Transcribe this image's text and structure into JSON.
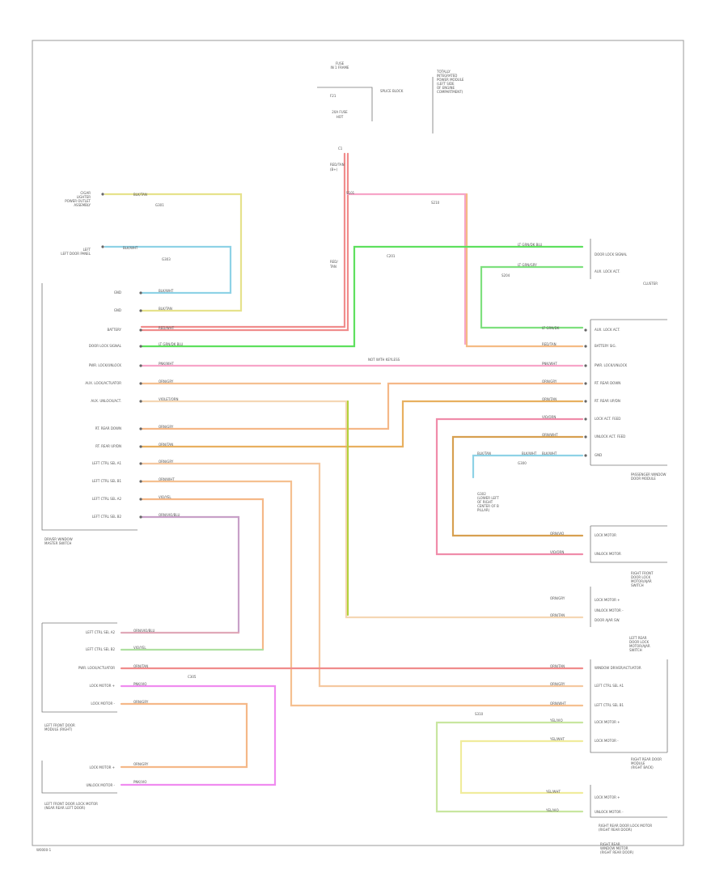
{
  "diagram": {
    "footer_code": "W0000-1",
    "top": {
      "fuse_box": [
        "FUSE",
        "IN 1 FRAME"
      ],
      "fuse_id": "F21",
      "fuse_ref": "SPLICE BLOCK",
      "fuse_amp": "20A FUSE",
      "fuse_amp2": "HOT",
      "side_note": [
        "TOTALLY",
        "INTEGRATED",
        "POWER MODULE",
        "(LEFT SIDE",
        "OF ENGINE",
        "COMPARTMENT)"
      ],
      "pin_top": "C1",
      "wire_top": [
        "RED/TAN",
        "(B+)"
      ],
      "wire_mid": [
        "RED/",
        "TAN"
      ],
      "splice": "S101",
      "splice2": "S210"
    },
    "left_devices": {
      "dg1": [
        "CIGAR",
        "LIGHTER",
        "POWER OUTLET",
        "ASSEMBLY"
      ],
      "dg2": [
        "LEFT",
        "LEFT DOOR PANEL"
      ],
      "pin1_wire": "BLK/TAN",
      "pin1_ref": "G301",
      "pin2_wire": "BLK/WHT",
      "pin2_ref": "G303"
    },
    "master_switch": {
      "name": [
        "DRIVER WINDOW",
        "MASTER SWITCH"
      ],
      "pins": [
        "GND",
        "GND",
        "BATTERY",
        "DOOR LOCK SIGNAL",
        "PWR. LOCK/UNLOCK",
        "AUX. LOCK/ACTUATOR",
        "AUX. UNLOCK/ACT.",
        "RT. REAR DOWN",
        "RT. REAR UP/DN",
        "LEFT CTRL SEL A1",
        "LEFT CTRL SEL B1",
        "LEFT CTRL SEL A2",
        "LEFT CTRL SEL B2"
      ],
      "wires": [
        "BLK/WHT",
        "BLK/TAN",
        "RED/WHT",
        "LT GRN/DK BLU",
        "PNK/WHT",
        "ORN/GRY",
        "VIOLET/ORN",
        "ORN/GRY",
        "ORN/TAN",
        "ORN/GRY",
        "ORN/WHT",
        "VIO/YEL",
        "ORN/VIO/BLU"
      ]
    },
    "right_top": {
      "pins": [
        "DOOR LOCK SIGNAL",
        "AUX. LOCK ACT."
      ],
      "label": "CLUSTER",
      "wires": [
        "LT GRN/DK BLU",
        "LT GRN/GRY"
      ],
      "refs": [
        "C201",
        "S204"
      ]
    },
    "door_module": {
      "name": [
        "PASSENGER WINDOW",
        "DOOR MODULE"
      ],
      "pins": [
        "AUX. LOCK ACT.",
        "BATTERY SIG.",
        "PWR. LOCK/UNLOCK",
        "RT. REAR DOWN",
        "RT. REAR UP/DN",
        "LOCK ACT. FEED",
        "UNLOCK ACT. FEED",
        "GND"
      ],
      "wires": [
        "LT GRN/DK",
        "RED/TAN",
        "PNK/WHT",
        "ORN/GRY",
        "ORN/TAN",
        "VIO/ORN",
        "ORN/WHT",
        "BLK/WHT"
      ],
      "mid_label": "NOT WITH KEYLESS",
      "gnd_wire": [
        "BLK/TAN",
        "BLK/WHT"
      ],
      "gnd_ref": "G300",
      "gnd_note": [
        "G302",
        "(LOWER LEFT",
        "OF RIGHT",
        "CENTER OF B",
        "PILLAR)"
      ]
    },
    "lock_motors": {
      "lock_pins": [
        "LOCK MOTOR",
        "UNLOCK MOTOR"
      ],
      "lock_wires": [
        "ORN/VIO",
        "VIO/ORN"
      ],
      "rf_name": [
        "RIGHT FRONT",
        "DOOR LOCK",
        "MOTOR/AJAR",
        "SWITCH"
      ],
      "rf_pins": [
        "LOCK MOTOR +",
        "UNLOCK MOTOR -",
        "DOOR AJAR SW."
      ],
      "rf_wires": [
        "ORN/GRY",
        "ORN/TAN"
      ],
      "rr_name": [
        "LEFT REAR",
        "DOOR LOCK",
        "MOTOR/AJAR",
        "SWITCH"
      ]
    },
    "left_rear": {
      "name": [
        "LEFT FRONT DOOR",
        "MODULE (RIGHT)"
      ],
      "pins": [
        "LEFT CTRL SEL A2",
        "LEFT CTRL SEL B2",
        "PWR. LOCK/ACTUATOR",
        "LOCK MOTOR +",
        "LOCK MOTOR -"
      ],
      "wires": [
        "ORN/VIO/BLU",
        "VIO/YEL",
        "ORN/TAN",
        "PNK/VIO",
        "ORN/GRY"
      ],
      "ref": "C305"
    },
    "left_lock": {
      "name": [
        "LEFT FRONT DOOR LOCK MOTOR",
        "(NEAR REAR LEFT DOOR)"
      ],
      "pins": [
        "LOCK MOTOR +",
        "UNLOCK MOTOR -"
      ],
      "wires": [
        "ORN/GRY",
        "PNK/VIO"
      ]
    },
    "right_rear_module": {
      "name": [
        "RIGHT REAR DOOR",
        "MODULE",
        "(RIGHT BACK)"
      ],
      "pins": [
        "WINDOW DRIVER/ACTUATOR",
        "LEFT CTRL SEL A1",
        "LEFT CTRL SEL B1",
        "LOCK MOTOR +",
        "LOCK MOTOR -"
      ],
      "wires": [
        "ORN/TAN",
        "ORN/GRY",
        "ORN/WHT",
        "YEL/VIO",
        "YEL/WHT"
      ],
      "ref": "S310"
    },
    "right_rear_lock": {
      "name": [
        "RIGHT REAR DOOR LOCK MOTOR",
        "(RIGHT REAR DOOR)"
      ],
      "pins": [
        "LOCK MOTOR +",
        "UNLOCK MOTOR -"
      ],
      "wires": [
        "YEL/WHT",
        "YEL/VIO"
      ]
    },
    "bottom_label": [
      "RIGHT REAR",
      "WINDOW MOTOR",
      "(RIGHT REAR DOOR)"
    ],
    "colors": {
      "red": "#f08c8c",
      "green": "#5ee05e",
      "pink": "#f7a5c8",
      "orange": "#f5bb85",
      "yellow": "#e6e28c",
      "violet": "#c8a0c8",
      "blue": "#8ed2e6",
      "olive": "#b4d23c",
      "tan": "#d7b48c"
    }
  }
}
